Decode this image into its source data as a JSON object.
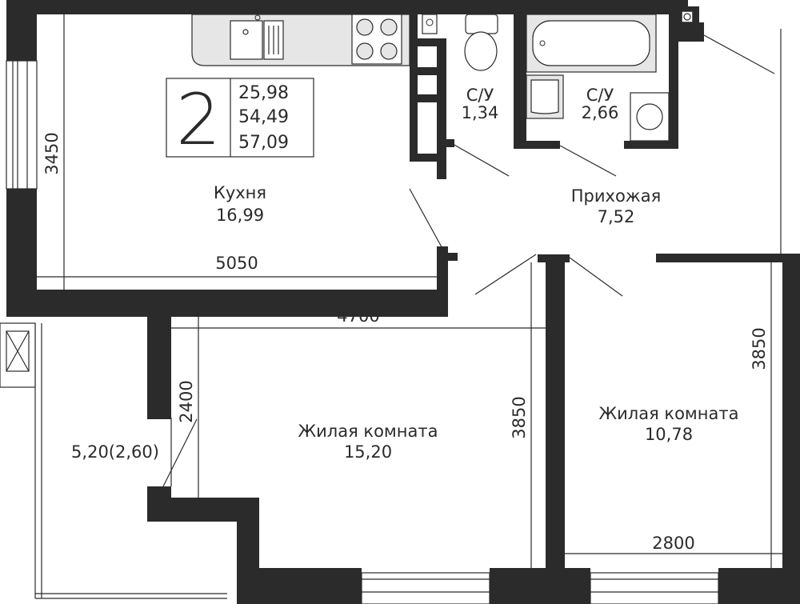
{
  "info": {
    "rooms_count": "2",
    "areas": [
      "25,98",
      "54,49",
      "57,09"
    ]
  },
  "rooms": {
    "kitchen": {
      "name": "Кухня",
      "area": "16,99"
    },
    "bath1": {
      "name": "С/У",
      "area": "1,34"
    },
    "bath2": {
      "name": "С/У",
      "area": "2,66"
    },
    "hall": {
      "name": "Прихожая",
      "area": "7,52"
    },
    "living1": {
      "name": "Жилая комната",
      "area": "15,20"
    },
    "living2": {
      "name": "Жилая комната",
      "area": "10,78"
    },
    "balcony": {
      "area": "5,20(2,60)"
    }
  },
  "dimensions": {
    "kitchen_height": "3450",
    "kitchen_width": "5050",
    "living1_width": "4700",
    "living1_side": "2400",
    "living1_height": "3850",
    "living2_height": "3850",
    "living2_width": "2800"
  }
}
